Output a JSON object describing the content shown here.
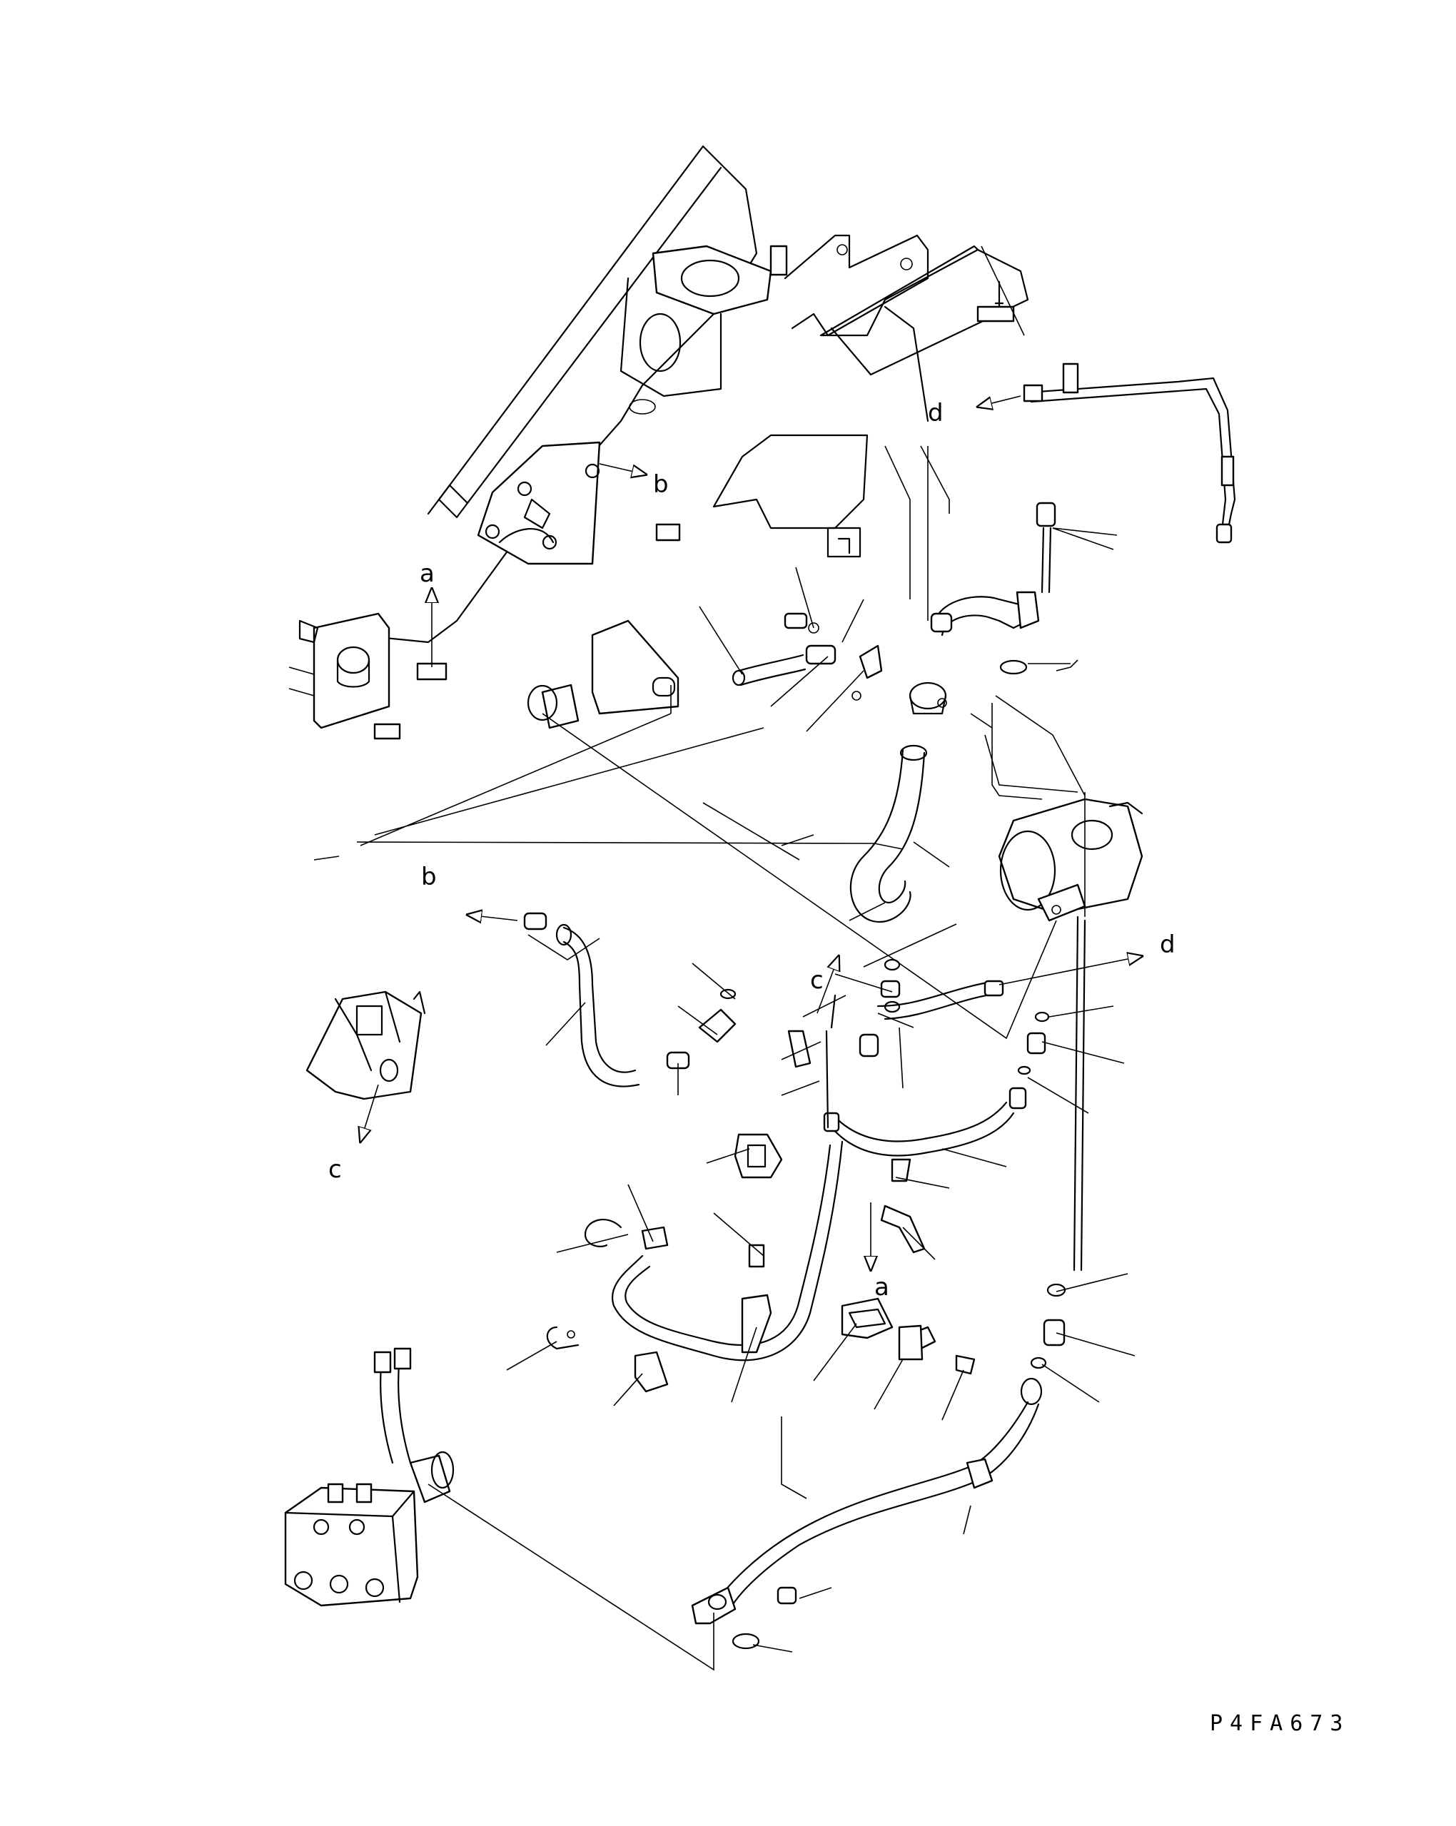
{
  "diagram": {
    "drawing_code": "P4FA673",
    "ref_labels": {
      "a_top": "a",
      "a_bottom": "a",
      "b_top": "b",
      "b_left": "b",
      "c_center": "c",
      "c_left": "c",
      "d_top": "d",
      "d_right": "d"
    }
  }
}
